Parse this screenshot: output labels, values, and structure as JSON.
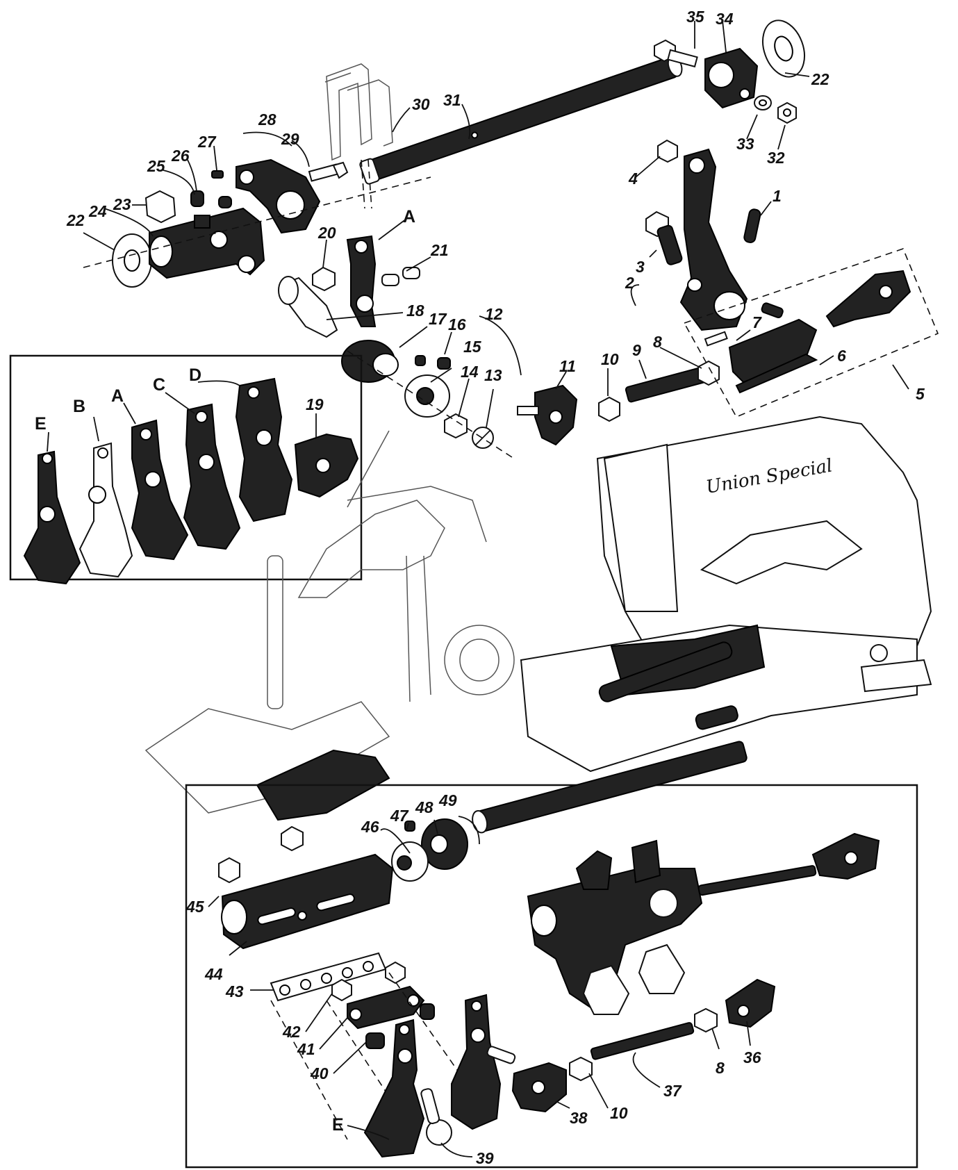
{
  "brand_text": "Union Special",
  "labels": {
    "n1": "1",
    "n2": "2",
    "n3": "3",
    "n4": "4",
    "n5": "5",
    "n6": "6",
    "n7": "7",
    "n8a": "8",
    "n8b": "8",
    "n9": "9",
    "n10a": "10",
    "n10b": "10",
    "n11": "11",
    "n12": "12",
    "n13": "13",
    "n14": "14",
    "n15": "15",
    "n16": "16",
    "n17": "17",
    "n18": "18",
    "n19": "19",
    "n20": "20",
    "n21": "21",
    "n22a": "22",
    "n22b": "22",
    "n23": "23",
    "n24": "24",
    "n25": "25",
    "n26": "26",
    "n27": "27",
    "n28": "28",
    "n29": "29",
    "n30": "30",
    "n31": "31",
    "n32": "32",
    "n33": "33",
    "n34": "34",
    "n35": "35",
    "n36": "36",
    "n37": "37",
    "n38": "38",
    "n39": "39",
    "n40": "40",
    "n41": "41",
    "n42": "42",
    "n43": "43",
    "n44": "44",
    "n45": "45",
    "n46": "46",
    "n47": "47",
    "n48": "48",
    "n49": "49"
  },
  "letters": {
    "top_a": "A",
    "inset_e": "E",
    "inset_b": "B",
    "inset_a": "A",
    "inset_c": "C",
    "inset_d": "D",
    "bottom_e": "E"
  }
}
